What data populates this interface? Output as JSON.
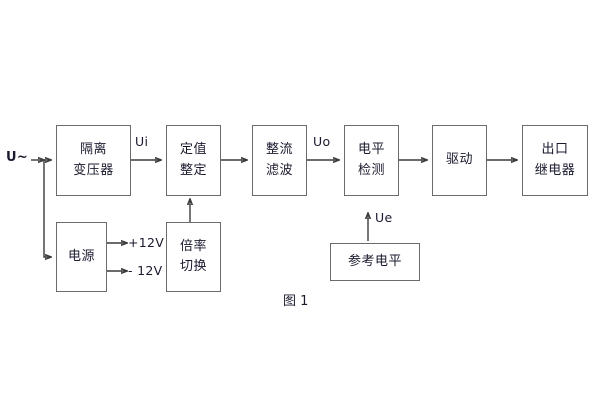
{
  "figure": {
    "caption": "图 1",
    "input_label": "U~",
    "colors": {
      "box_border": "#6b6b6b",
      "wire": "#3a3a3a",
      "text": "#1a1a2e",
      "background": "#ffffff"
    }
  },
  "blocks": [
    {
      "id": "isolation-transformer",
      "line1": "隔离",
      "line2": "变压器"
    },
    {
      "id": "setting-value",
      "line1": "定值",
      "line2": "整定"
    },
    {
      "id": "rectifier-filter",
      "line1": "整流",
      "line2": "滤波"
    },
    {
      "id": "level-detection",
      "line1": "电平",
      "line2": "检测"
    },
    {
      "id": "driver",
      "line1": "驱动",
      "line2": ""
    },
    {
      "id": "output-relay",
      "line1": "出口",
      "line2": "继电器"
    },
    {
      "id": "power-supply",
      "line1": "电源",
      "line2": ""
    },
    {
      "id": "multiplier-switch",
      "line1": "倍率",
      "line2": "切换"
    },
    {
      "id": "reference-level",
      "line1": "参考电平",
      "line2": ""
    }
  ],
  "signals": {
    "ui": "Ui",
    "uo": "Uo",
    "ue": "Ue",
    "pos12v": "+12V",
    "neg12v": "- 12V"
  }
}
